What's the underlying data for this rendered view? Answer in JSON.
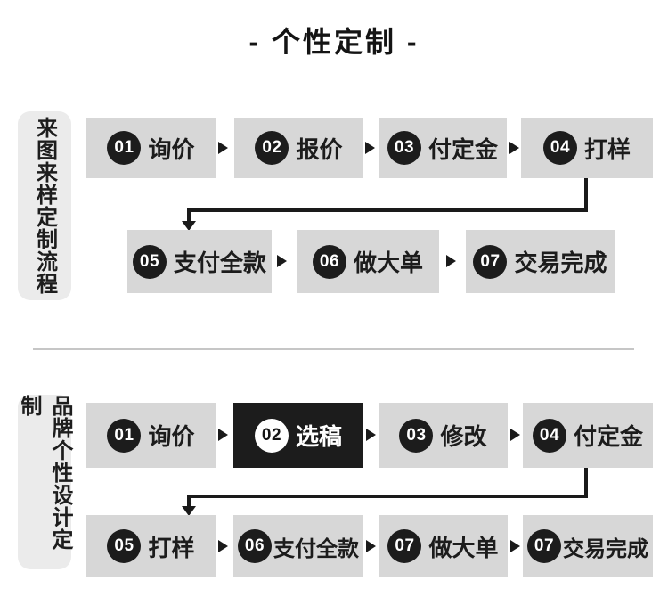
{
  "title": "- 个性定制 -",
  "colors": {
    "background": "#ffffff",
    "step_box_bg": "#d7d7d7",
    "sidebar_bg": "#ebebeb",
    "accent_black": "#1c1c1c",
    "highlight_box_bg": "#1c1c1c",
    "highlight_text": "#ffffff",
    "divider": "#c6c6c6"
  },
  "sections": [
    {
      "sidebar_label": "来图来样定制流程",
      "rows": [
        {
          "steps": [
            {
              "num": "01",
              "label": "询价"
            },
            {
              "num": "02",
              "label": "报价"
            },
            {
              "num": "03",
              "label": "付定金"
            },
            {
              "num": "04",
              "label": "打样"
            }
          ]
        },
        {
          "steps": [
            {
              "num": "05",
              "label": "支付全款"
            },
            {
              "num": "06",
              "label": "做大单"
            },
            {
              "num": "07",
              "label": "交易完成"
            }
          ]
        }
      ]
    },
    {
      "sidebar_label": "品牌个性设计定制",
      "rows": [
        {
          "steps": [
            {
              "num": "01",
              "label": "询价"
            },
            {
              "num": "02",
              "label": "选稿",
              "highlighted": true
            },
            {
              "num": "03",
              "label": "修改"
            },
            {
              "num": "04",
              "label": "付定金"
            }
          ]
        },
        {
          "steps": [
            {
              "num": "05",
              "label": "打样"
            },
            {
              "num": "06",
              "label": "支付全款"
            },
            {
              "num": "07",
              "label": "做大单"
            },
            {
              "num": "07",
              "label": "交易完成"
            }
          ]
        }
      ]
    }
  ]
}
